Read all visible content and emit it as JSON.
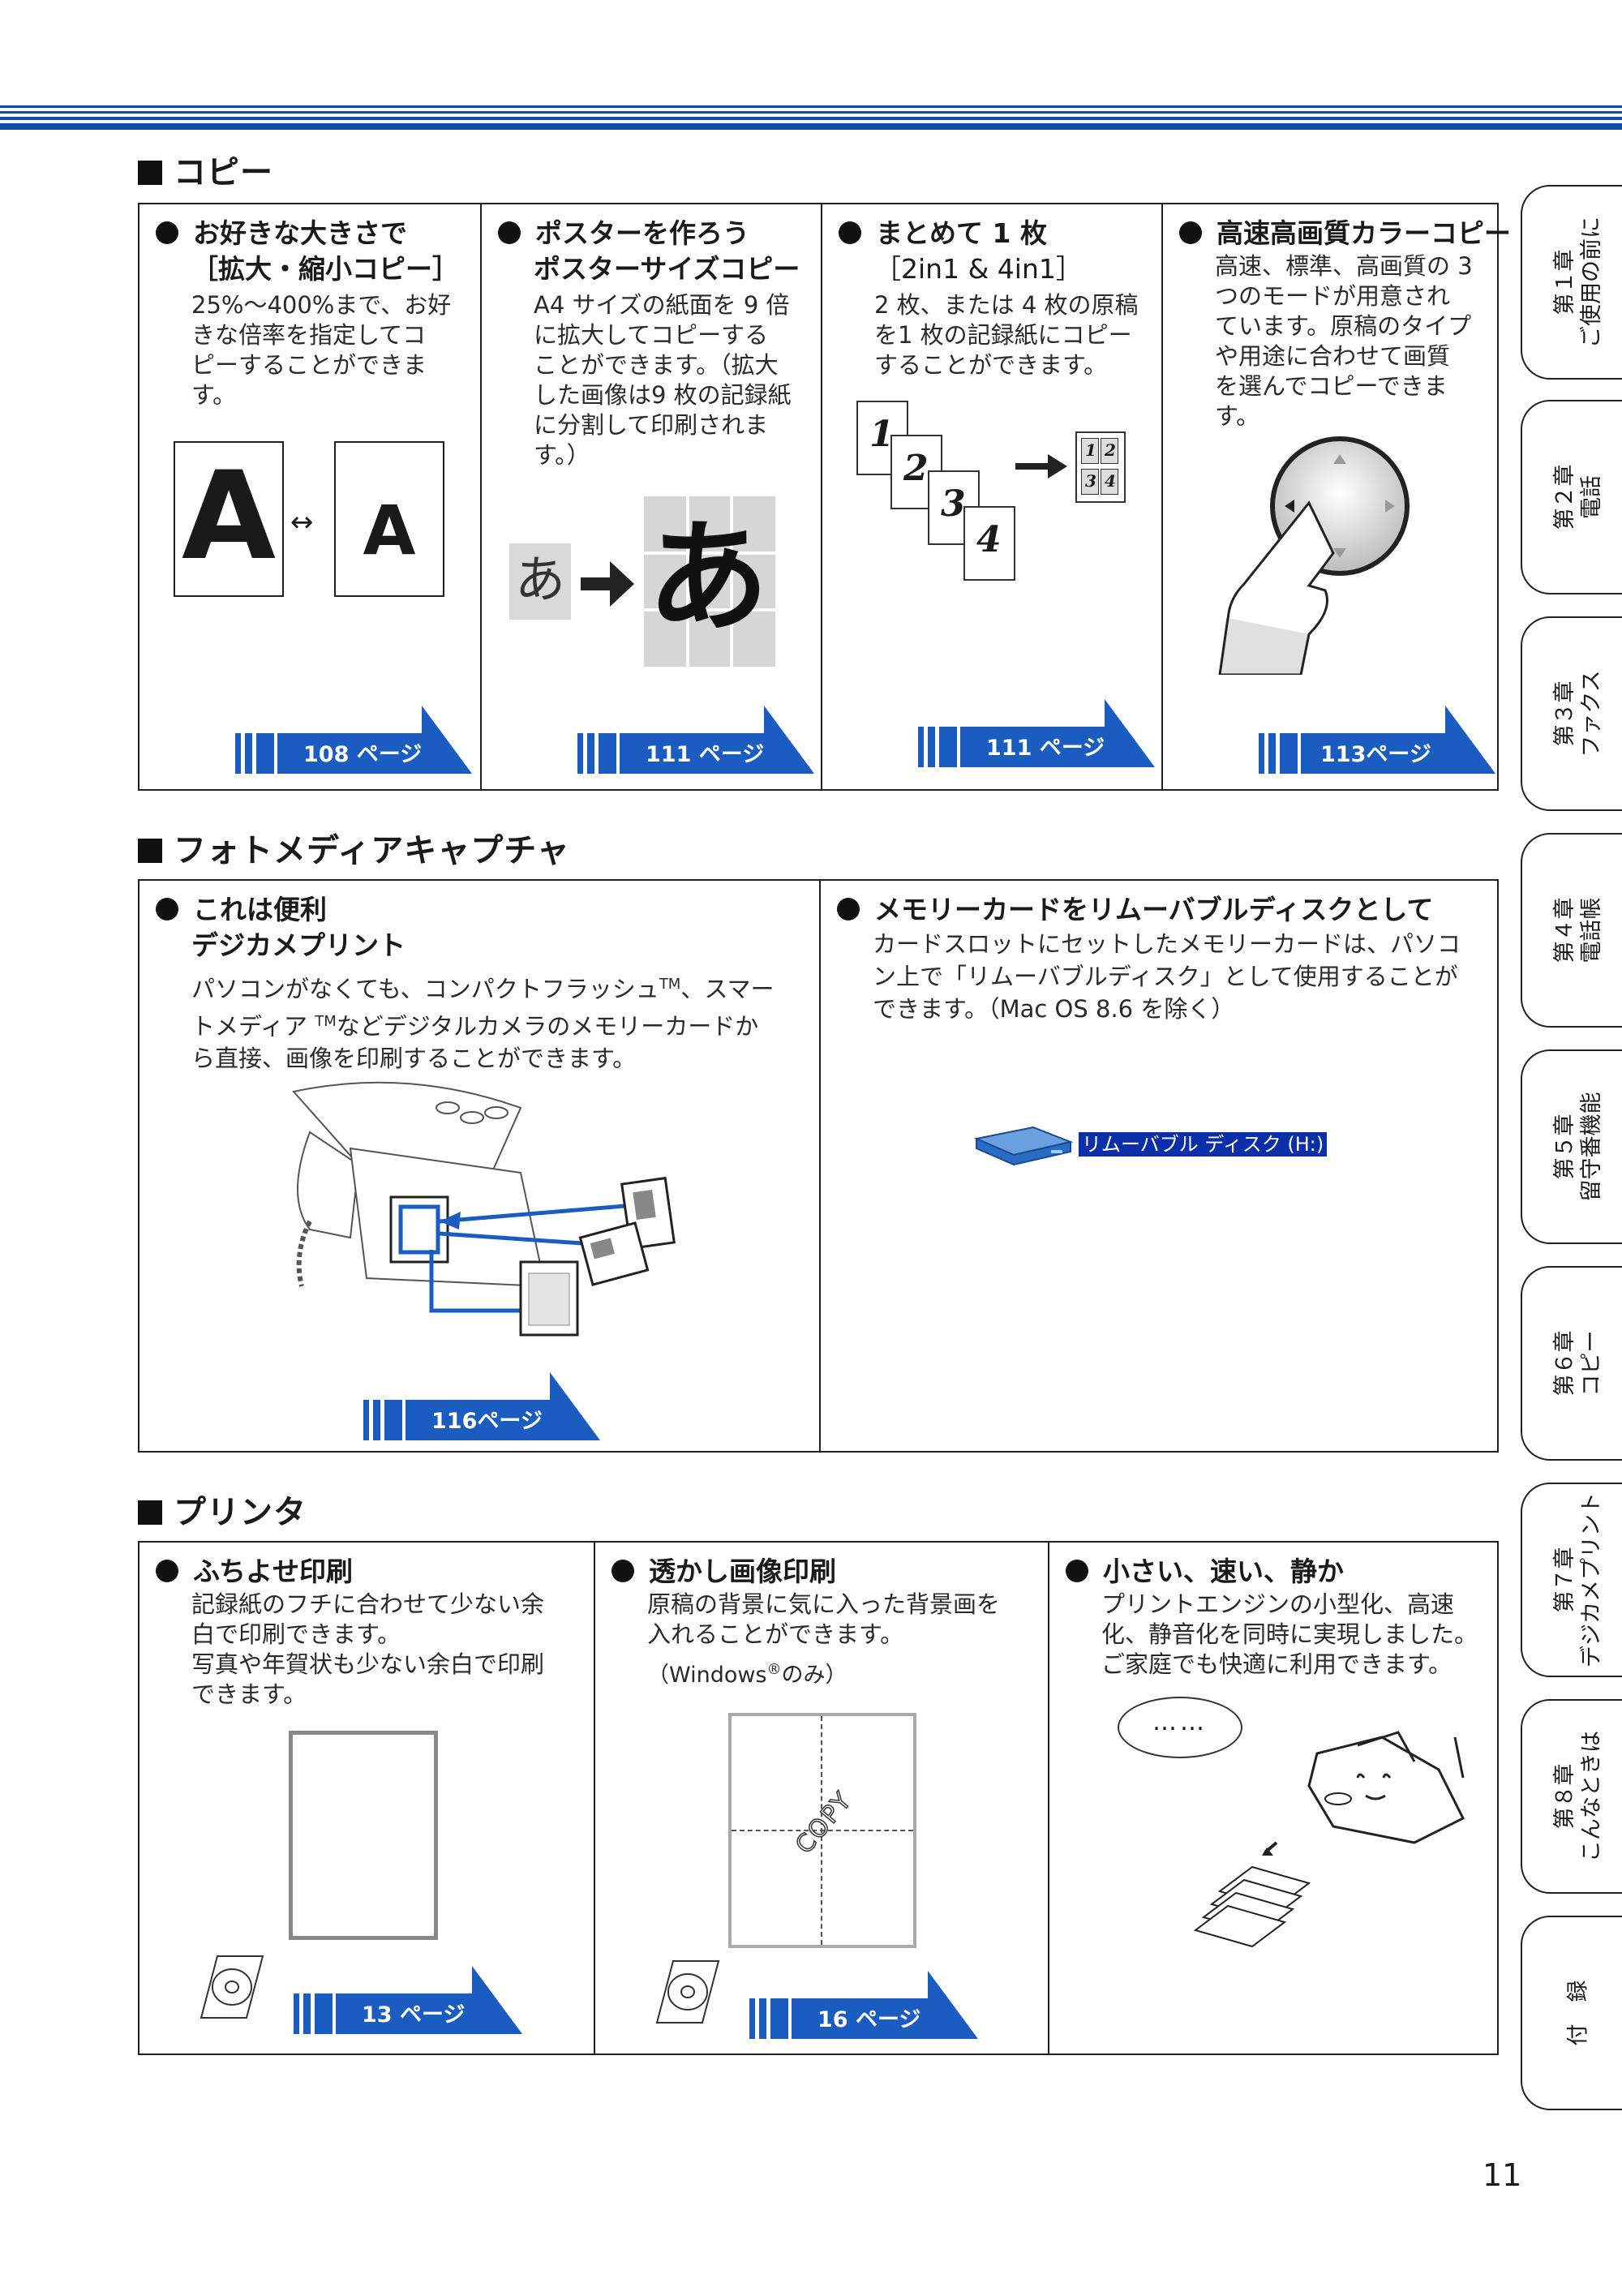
{
  "sections": {
    "copy": {
      "title": "コピー",
      "features": [
        {
          "heading1": "お好きな大きさで",
          "heading2": "［拡大・縮小コピー］",
          "body": [
            "25%〜400%まで、お好",
            "きな倍率を指定してコ",
            "ピーすることができま",
            "す。"
          ],
          "page_ref": "108 ページ",
          "image": {
            "big_letter": "A",
            "small_letter": "A"
          }
        },
        {
          "heading1": "ポスターを作ろう",
          "heading2": "ポスターサイズコピー",
          "body": [
            "A4 サイズの紙面を 9 倍",
            "に拡大してコピーする",
            "ことができます。（拡大",
            "した画像は9 枚の記録紙",
            "に分割して印刷されま",
            "す。）"
          ],
          "page_ref": "111 ページ",
          "image": {
            "small_char": "あ",
            "big_char": "あ"
          }
        },
        {
          "heading1": "まとめて 1 枚",
          "heading2": "［2in1 & 4in1］",
          "body": [
            "2 枚、または 4 枚の原稿",
            "を1 枚の記録紙にコピー",
            "することができます。"
          ],
          "page_ref": "111 ページ",
          "image": {
            "numbers": [
              "1",
              "2",
              "3",
              "4"
            ]
          }
        },
        {
          "heading1": "高速高画質カラーコピー",
          "heading2": "",
          "body": [
            "高速、標準、高画質の 3",
            "つのモードが用意され",
            "ています。原稿のタイプ",
            "や用途に合わせて画質",
            "を選んでコピーできま",
            "す。"
          ],
          "page_ref": "113ページ"
        }
      ]
    },
    "photo": {
      "title": "フォトメディアキャプチャ",
      "features": [
        {
          "heading1": "これは便利",
          "heading2": "デジカメプリント",
          "body": [
            "パソコンがなくても、コンパクトフラッシュ",
            "、スマー",
            "トメディア ",
            "などデジタルカメラのメモリーカードか",
            "ら直接、画像を印刷することができます。"
          ],
          "tm": "TM",
          "page_ref": "116ページ"
        },
        {
          "heading1": "メモリーカードをリムーバブルディスクとして",
          "heading2": "",
          "body": [
            "カードスロットにセットしたメモリーカードは、パソコ",
            "ン上で「リムーバブルディスク」として使用することが",
            "できます。（Mac OS 8.6 を除く）"
          ],
          "disk_label": "リムーバブル ディスク (H:)"
        }
      ]
    },
    "printer": {
      "title": "プリンタ",
      "features": [
        {
          "heading1": "ふちよせ印刷",
          "body": [
            "記録紙のフチに合わせて少ない余",
            "白で印刷できます。",
            "写真や年賀状も少ない余白で印刷",
            "できます。"
          ],
          "page_ref": "13 ページ"
        },
        {
          "heading1": "透かし画像印刷",
          "body": [
            "原稿の背景に気に入った背景画を",
            "入れることができます。"
          ],
          "note_before": "（Windows",
          "note_reg": "®",
          "note_after": "のみ）",
          "watermark": "COPY",
          "page_ref": "16 ページ"
        },
        {
          "heading1": "小さい、速い、静か",
          "body": [
            "プリントエンジンの小型化、高速",
            "化、静音化を同時に実現しました。",
            "ご家庭でも快適に利用できます。"
          ],
          "bubble": "……"
        }
      ]
    }
  },
  "tabs": [
    {
      "line1": "第１章",
      "line2": "ご使用の前に"
    },
    {
      "line1": "第２章",
      "line2": "電話"
    },
    {
      "line1": "第３章",
      "line2": "ファクス"
    },
    {
      "line1": "第４章",
      "line2": "電話帳"
    },
    {
      "line1": "第５章",
      "line2": "留守番機能"
    },
    {
      "line1": "第６章",
      "line2": "コピー"
    },
    {
      "line1": "第７章",
      "line2": "デジカメプリント"
    },
    {
      "line1": "第８章",
      "line2": "こんなときは"
    },
    {
      "line1": "付　録",
      "line2": ""
    }
  ],
  "page_number": "11",
  "colors": {
    "accent": "#1b5cc0",
    "dark_blue": "#0d4fa6",
    "border": "#222222"
  }
}
